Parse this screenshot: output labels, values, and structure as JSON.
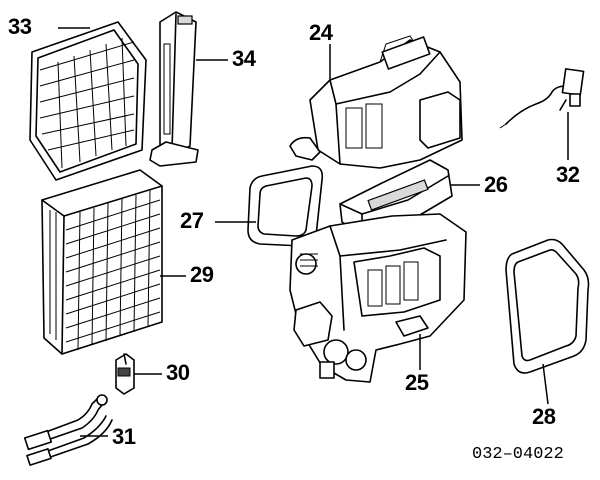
{
  "diagram": {
    "part_labels": {
      "p24": "24",
      "p25": "25",
      "p26": "26",
      "p27": "27",
      "p28": "28",
      "p29": "29",
      "p30": "30",
      "p31": "31",
      "p32": "32",
      "p33": "33",
      "p34": "34"
    },
    "reference_code": "032–04022"
  }
}
